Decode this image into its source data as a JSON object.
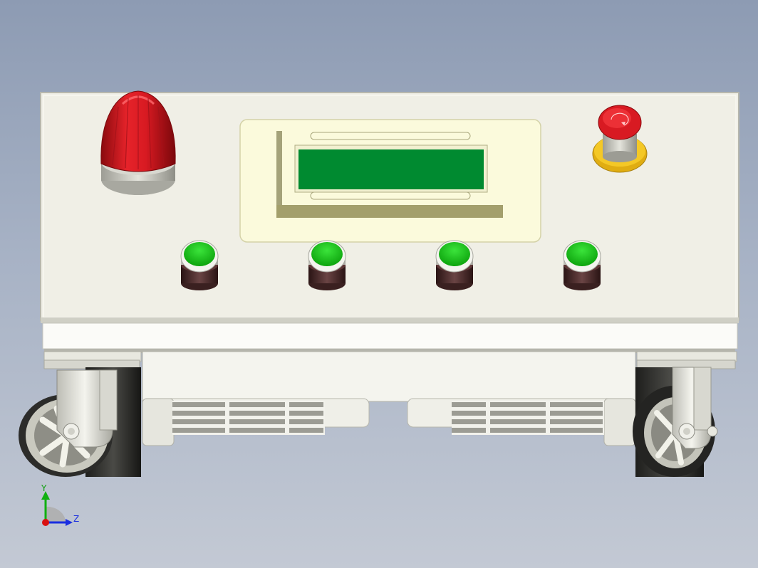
{
  "viewport": {
    "triad": {
      "y_label": "Y",
      "z_label": "Z"
    }
  },
  "panel": {
    "indicator_buttons": [
      "button-1",
      "button-2",
      "button-3",
      "button-4"
    ]
  },
  "colors": {
    "background_top": "#8d9bb3",
    "background_bottom": "#c3c9d4",
    "panel_face": "#f0efe6",
    "beacon_red": "#d4141c",
    "lcd_green": "#008a30",
    "bezel": "#fbfadc",
    "button_green": "#1ec41e",
    "estop_yellow": "#f0c020"
  }
}
